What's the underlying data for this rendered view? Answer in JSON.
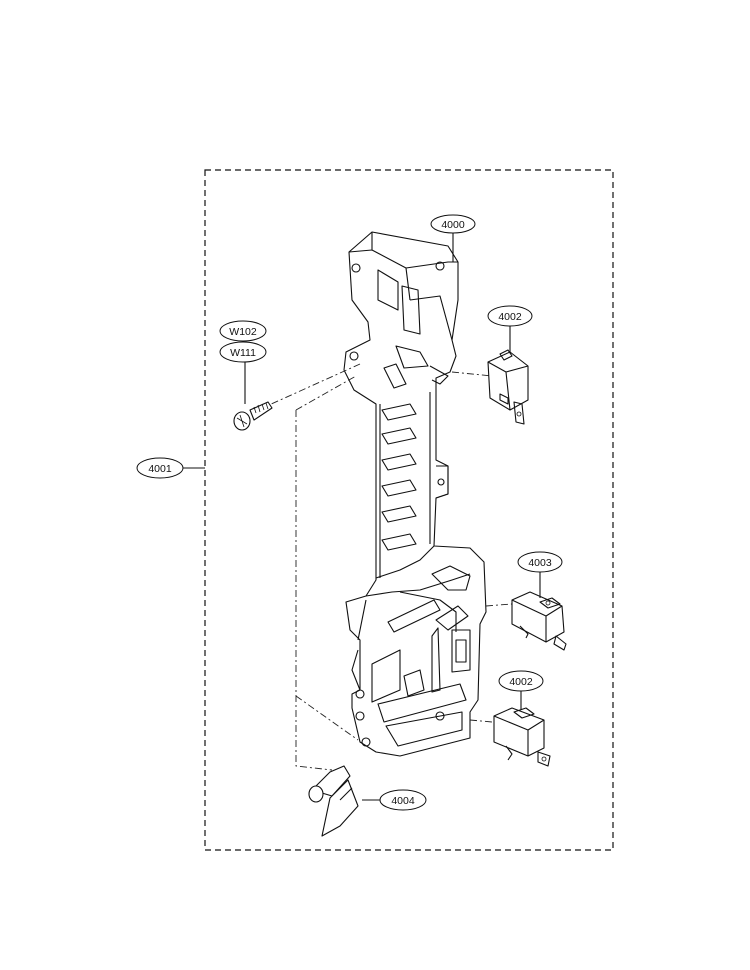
{
  "diagram": {
    "callouts": {
      "frame_assembly": "4001",
      "latch_board": "4000",
      "switch_top": "4002",
      "switch_middle": "4003",
      "switch_bottom": "4002",
      "lever": "4004",
      "screw_a": "W102",
      "screw_b": "W111"
    }
  }
}
